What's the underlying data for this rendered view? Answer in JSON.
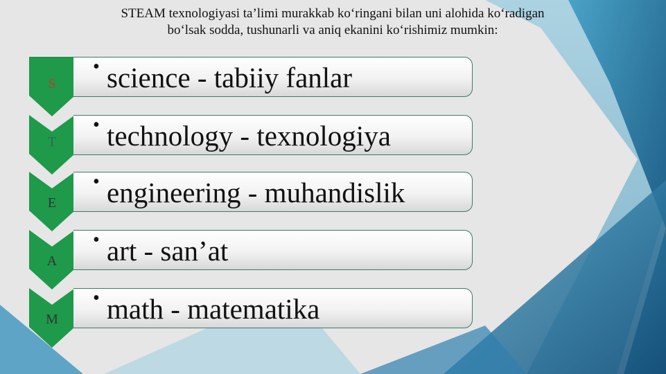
{
  "intro": {
    "line1": "STEAM texnologiyasi ta’limi murakkab ko‘ringani bilan uni alohida ko‘radigan",
    "line2": "bo‘lsak sodda, tushunarli va aniq ekanini ko‘rishimiz mumkin:"
  },
  "steam_items": [
    {
      "letter": "S",
      "letter_color": "#c0392b",
      "text": "science - tabiiy fanlar"
    },
    {
      "letter": "T",
      "letter_color": "#2e6b57",
      "text": "technology - texnologiya"
    },
    {
      "letter": "E",
      "letter_color": "#333333",
      "text": "engineering - muhandislik"
    },
    {
      "letter": "A",
      "letter_color": "#333333",
      "text": "art - san’at"
    },
    {
      "letter": "M",
      "letter_color": "#333333",
      "text": "math - matematika"
    }
  ],
  "colors": {
    "chevron_green": "#1e9a4a",
    "card_border": "#3a7a6a",
    "bg_blue": "#1f6f9a"
  }
}
